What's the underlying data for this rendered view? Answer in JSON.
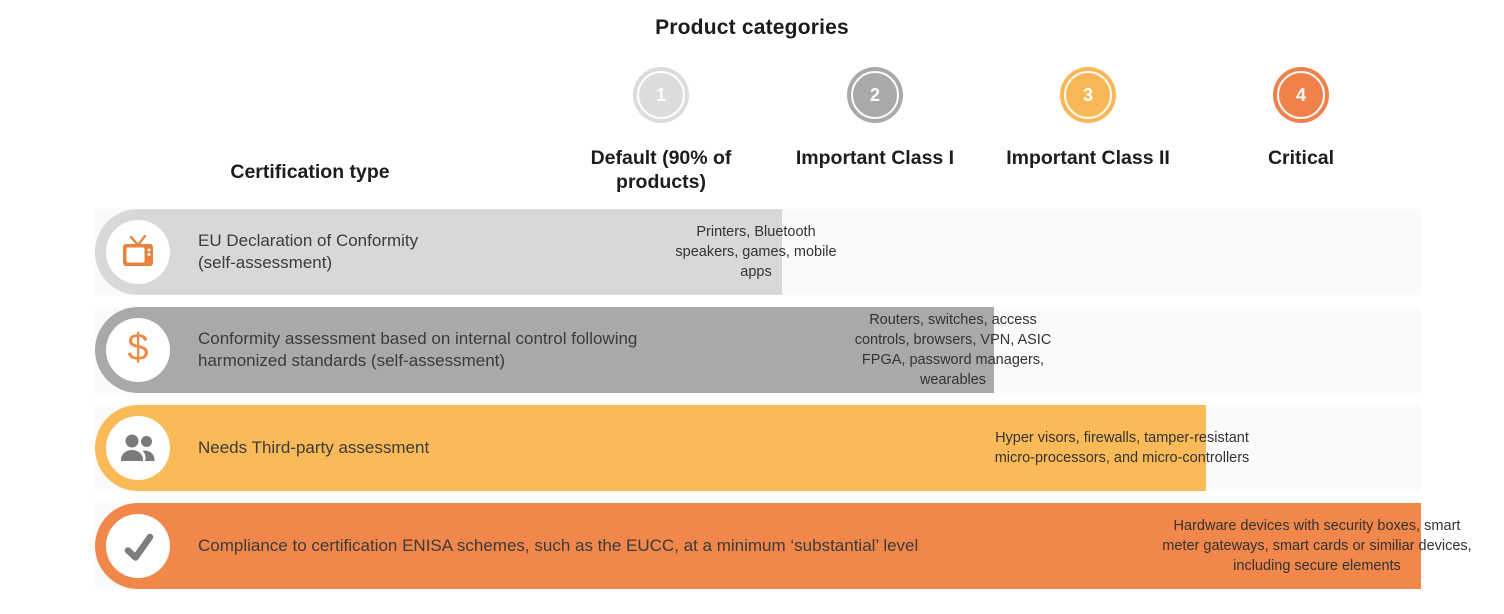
{
  "title": "Product categories",
  "table": {
    "row_header": "Certification type",
    "columns": [
      {
        "number": "1",
        "label": "Default (90% of\nproducts)",
        "color": "#dcdcdc"
      },
      {
        "number": "2",
        "label": "Important Class I",
        "color": "#a9a9a9"
      },
      {
        "number": "3",
        "label": "Important Class II",
        "color": "#f9b655"
      },
      {
        "number": "4",
        "label": "Critical",
        "color": "#f0814a"
      }
    ],
    "rows": [
      {
        "icon": "tv-icon",
        "certification": "EU Declaration of Conformity\n(self-assessment)",
        "products": "Printers, Bluetooth\nspeakers, games, mobile\napps",
        "spans_to_column": 1,
        "color": "#d8d8d8"
      },
      {
        "icon": "dollar-icon",
        "certification": "Conformity assessment based on internal control following\nharmonized standards (self-assessment)",
        "products": "Routers, switches, access\ncontrols, browsers, VPN, ASIC\nFPGA, password managers,\nwearables",
        "spans_to_column": 2,
        "color": "#a9a9a9"
      },
      {
        "icon": "people-icon",
        "certification": "Needs Third-party assessment",
        "products": "Hyper visors, firewalls, tamper-resistant\nmicro-processors, and micro-controllers",
        "spans_to_column": 3,
        "color": "#fbba58"
      },
      {
        "icon": "check-icon",
        "certification": "Compliance to certification ENISA schemes, such as the EUCC, at a minimum ‘substantial’ level",
        "products": "Hardware devices with security boxes, smart\nmeter gateways, smart cards or similiar devices,\nincluding secure elements",
        "spans_to_column": 4,
        "color": "#f1874b"
      }
    ]
  },
  "icons": {
    "dollar_glyph": "$"
  },
  "colors": {
    "row_track": "#fafafa",
    "icon_orange": "#e8823d",
    "icon_gray": "#7a7a7a",
    "header_text": "#1d1d1d",
    "body_text": "#3b3b3b"
  }
}
